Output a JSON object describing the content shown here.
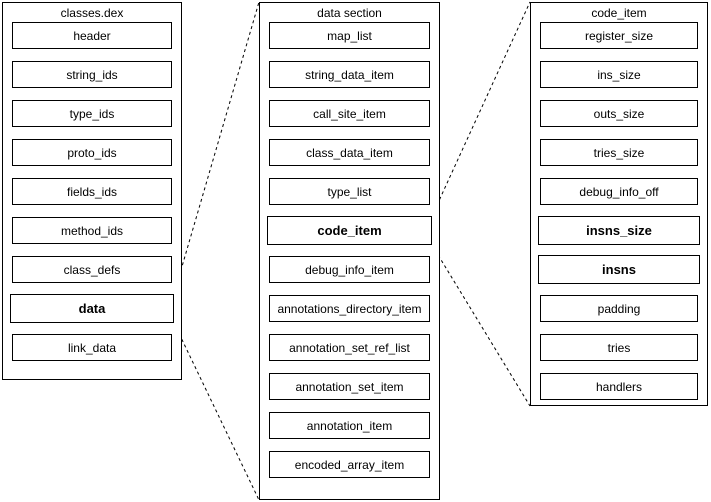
{
  "diagram": {
    "background_color": "#ffffff",
    "line_color": "#000000",
    "description": "dex-file-structure-diagram"
  },
  "columns": [
    {
      "id": "classes_dex",
      "title": "classes.dex",
      "items": [
        {
          "label": "header",
          "bold": false
        },
        {
          "label": "string_ids",
          "bold": false
        },
        {
          "label": "type_ids",
          "bold": false
        },
        {
          "label": "proto_ids",
          "bold": false
        },
        {
          "label": "fields_ids",
          "bold": false
        },
        {
          "label": "method_ids",
          "bold": false
        },
        {
          "label": "class_defs",
          "bold": false
        },
        {
          "label": "data",
          "bold": true
        },
        {
          "label": "link_data",
          "bold": false
        }
      ]
    },
    {
      "id": "data_section",
      "title": "data section",
      "items": [
        {
          "label": "map_list",
          "bold": false
        },
        {
          "label": "string_data_item",
          "bold": false
        },
        {
          "label": "call_site_item",
          "bold": false
        },
        {
          "label": "class_data_item",
          "bold": false
        },
        {
          "label": "type_list",
          "bold": false
        },
        {
          "label": "code_item",
          "bold": true
        },
        {
          "label": "debug_info_item",
          "bold": false
        },
        {
          "label": "annotations_directory_item",
          "bold": false
        },
        {
          "label": "annotation_set_ref_list",
          "bold": false
        },
        {
          "label": "annotation_set_item",
          "bold": false
        },
        {
          "label": "annotation_item",
          "bold": false
        },
        {
          "label": "encoded_array_item",
          "bold": false
        }
      ]
    },
    {
      "id": "code_item",
      "title": "code_item",
      "items": [
        {
          "label": "register_size",
          "bold": false
        },
        {
          "label": "ins_size",
          "bold": false
        },
        {
          "label": "outs_size",
          "bold": false
        },
        {
          "label": "tries_size",
          "bold": false
        },
        {
          "label": "debug_info_off",
          "bold": false
        },
        {
          "label": "insns_size",
          "bold": true
        },
        {
          "label": "insns",
          "bold": true
        },
        {
          "label": "padding",
          "bold": false
        },
        {
          "label": "tries",
          "bold": false
        },
        {
          "label": "handlers",
          "bold": false
        }
      ]
    }
  ],
  "connectors": [
    {
      "from_column": 0,
      "from_item": "data",
      "to_column": 1
    },
    {
      "from_column": 1,
      "from_item": "code_item",
      "to_column": 2
    }
  ]
}
